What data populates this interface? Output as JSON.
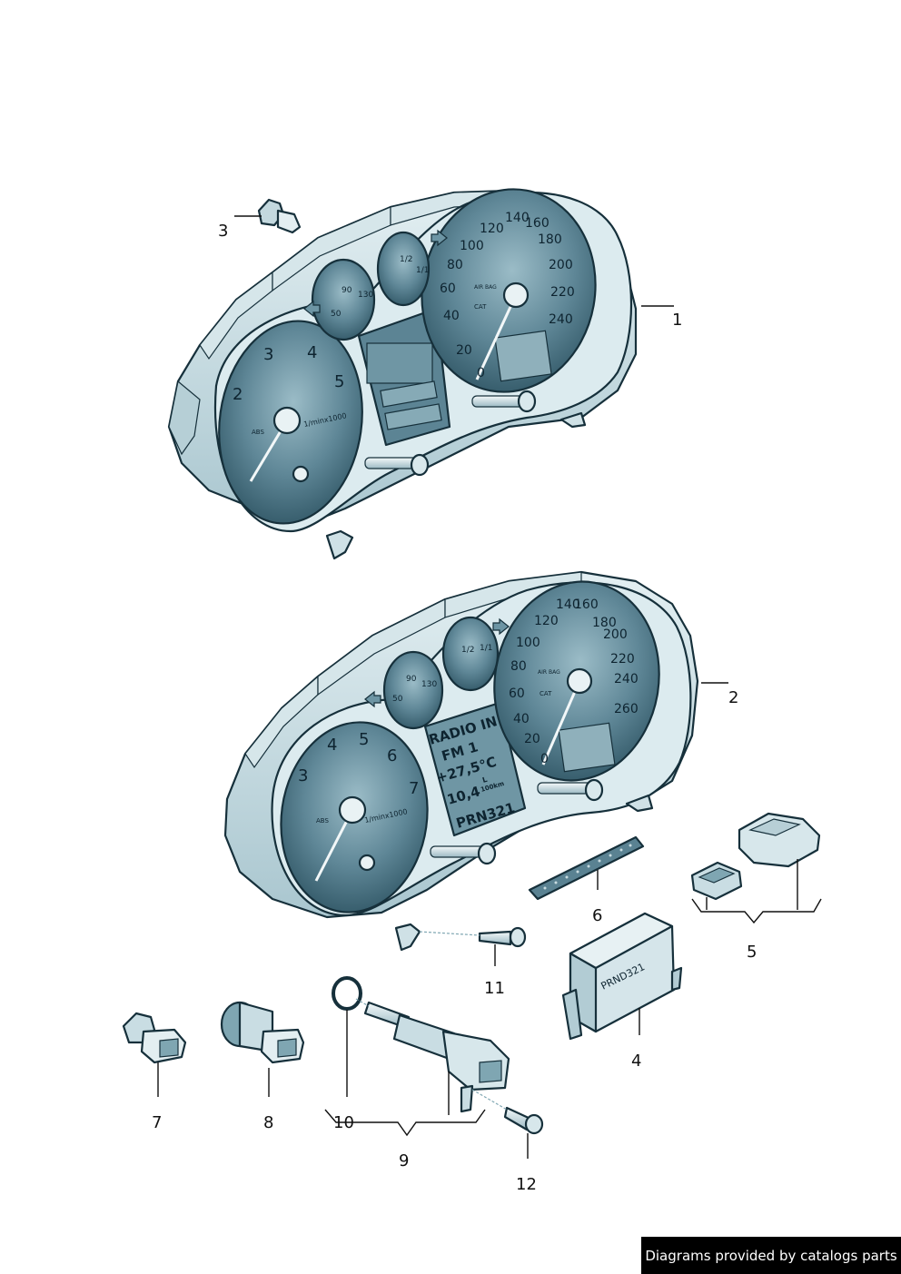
{
  "parts": [
    {
      "number": "1"
    },
    {
      "number": "2"
    },
    {
      "number": "3"
    },
    {
      "number": "4"
    },
    {
      "number": "5"
    },
    {
      "number": "6"
    },
    {
      "number": "7"
    },
    {
      "number": "8"
    },
    {
      "number": "9"
    },
    {
      "number": "10"
    },
    {
      "number": "11"
    },
    {
      "number": "12"
    }
  ],
  "cluster1": {
    "speed_labels": [
      "0",
      "20",
      "40",
      "60",
      "80",
      "100",
      "120",
      "140",
      "160",
      "180",
      "200",
      "220",
      "240"
    ],
    "rpm_labels": [
      "2",
      "3",
      "4",
      "5"
    ],
    "rpm_unit": "1/minx1000",
    "temp_labels": [
      "50",
      "90",
      "130"
    ],
    "fuel_labels": [
      "1/2",
      "1/1"
    ],
    "airbag": "AIR BAG",
    "cat": "CAT",
    "abs": "ABS"
  },
  "cluster2": {
    "speed_labels": [
      "0",
      "20",
      "40",
      "60",
      "80",
      "100",
      "120",
      "140",
      "160",
      "180",
      "200",
      "220",
      "240",
      "260"
    ],
    "rpm_labels": [
      "3",
      "4",
      "5",
      "6",
      "7"
    ],
    "rpm_unit": "1/minx1000",
    "temp_labels": [
      "50",
      "90",
      "130"
    ],
    "fuel_labels": [
      "1/2",
      "1/1"
    ],
    "display_lines": [
      "RADIO IN",
      "FM 1",
      "+27,5°C",
      "10,4",
      "L",
      "100km",
      "PRN321"
    ],
    "airbag": "AIR BAG",
    "cat": "CAT",
    "abs": "ABS"
  },
  "module_label": "PRND321",
  "colors": {
    "body": "#c9dde3",
    "body_dark": "#7fa6b2",
    "dial": "#4d7687",
    "dial_light": "#7ea3b0",
    "outline": "#16303b"
  },
  "credit": "Diagrams provided by catalogs parts"
}
